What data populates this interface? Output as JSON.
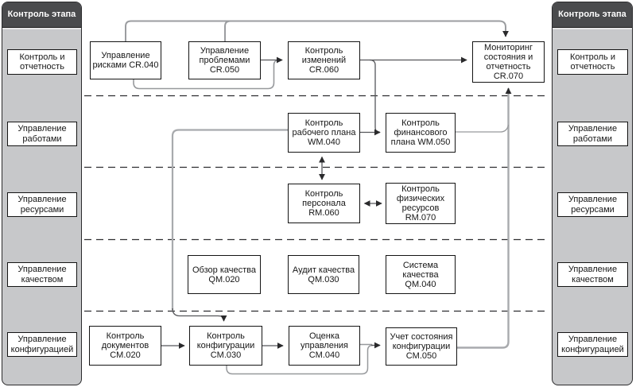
{
  "left_panel": {
    "header": "Контроль этапа",
    "items": [
      "Контроль и отчетность",
      "Управление работами",
      "Управление ресурсами",
      "Управление качеством",
      "Управление конфигурацией"
    ]
  },
  "right_panel": {
    "header": "Контроль этапа",
    "items": [
      "Контроль и отчетность",
      "Управление работами",
      "Управление ресурсами",
      "Управление качеством",
      "Управление конфигурацией"
    ]
  },
  "diagram": {
    "nodes": [
      {
        "code": "CR.040",
        "label": "Управление рисками CR.040"
      },
      {
        "code": "CR.050",
        "label": "Управление проблемами CR.050"
      },
      {
        "code": "CR.060",
        "label": "Контроль изменений CR.060"
      },
      {
        "code": "CR.070",
        "label": "Мониторинг состояния и отчетность CR.070"
      },
      {
        "code": "WM.040",
        "label": "Контроль рабочего плана WM.040"
      },
      {
        "code": "WM.050",
        "label": "Контроль финансового плана WM.050"
      },
      {
        "code": "RM.060",
        "label": "Контроль персонала RM.060"
      },
      {
        "code": "RM.070",
        "label": "Контроль физических ресурсов RM.070"
      },
      {
        "code": "QM.020",
        "label": "Обзор качества QM.020"
      },
      {
        "code": "QM.030",
        "label": "Аудит качества QM.030"
      },
      {
        "code": "QM.040",
        "label": "Система качества QM.040"
      },
      {
        "code": "CM.020",
        "label": "Контроль документов CM.020"
      },
      {
        "code": "CM.030",
        "label": "Контроль конфигурации CM.030"
      },
      {
        "code": "CM.040",
        "label": "Оценка управления CM.040"
      },
      {
        "code": "CM.050",
        "label": "Учет состояния конфигурации CM.050"
      }
    ]
  },
  "colors": {
    "panel_bg": "#c7c8ca",
    "panel_header_bg": "#4a4b4d",
    "panel_header_text": "#ffffff",
    "node_bg": "#ffffff",
    "node_border": "#141414",
    "line_dark": "#55565a",
    "line_grey": "#a8aaad"
  }
}
